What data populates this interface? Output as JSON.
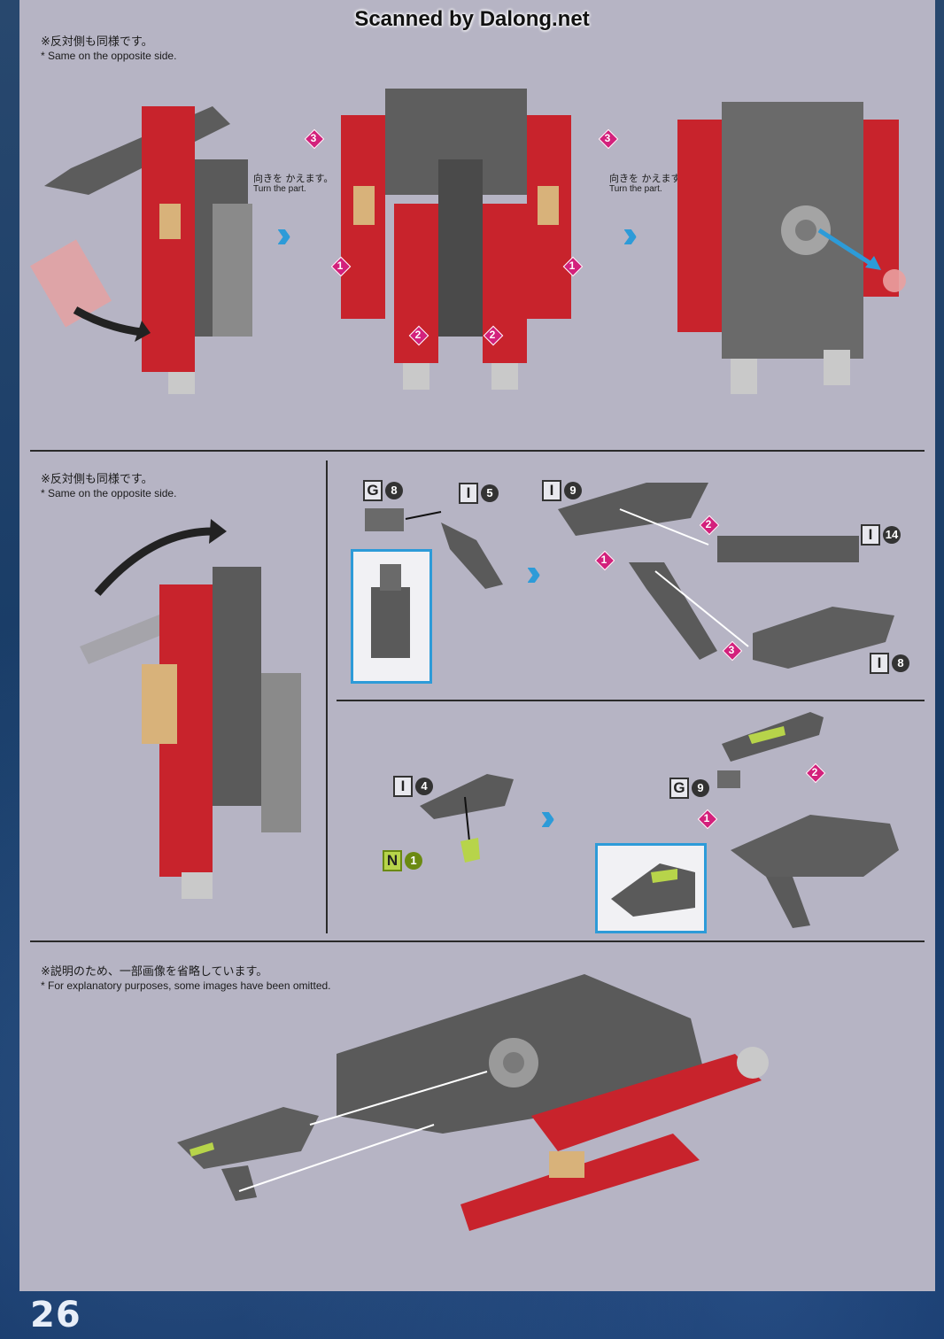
{
  "watermark": "Scanned by Dalong.net",
  "notes": {
    "opposite_side_jp": "※反対側も同様です。",
    "opposite_side_en": "* Same on the opposite side.",
    "omitted_jp": "※説明のため、一部画像を省略しています。",
    "omitted_en": "* For explanatory purposes, some images have been omitted."
  },
  "turn_part": {
    "jp": "向きを かえます。",
    "en": "Turn the part."
  },
  "steps": [
    "1",
    "2",
    "3"
  ],
  "part_tags": [
    {
      "letter": "G",
      "number": "8"
    },
    {
      "letter": "I",
      "number": "5"
    },
    {
      "letter": "I",
      "number": "9"
    },
    {
      "letter": "I",
      "number": "14"
    },
    {
      "letter": "I",
      "number": "8"
    },
    {
      "letter": "I",
      "number": "4"
    },
    {
      "letter": "N",
      "number": "1"
    },
    {
      "letter": "G",
      "number": "9"
    }
  ],
  "colors": {
    "accent_blue": "#2d9bd8",
    "step_magenta": "#d3217c",
    "red_part": "#c8232c",
    "gray_part": "#6a6a6a",
    "tan_part": "#d8b27a",
    "clear_green": "#b7d44a"
  },
  "page_number": "26"
}
